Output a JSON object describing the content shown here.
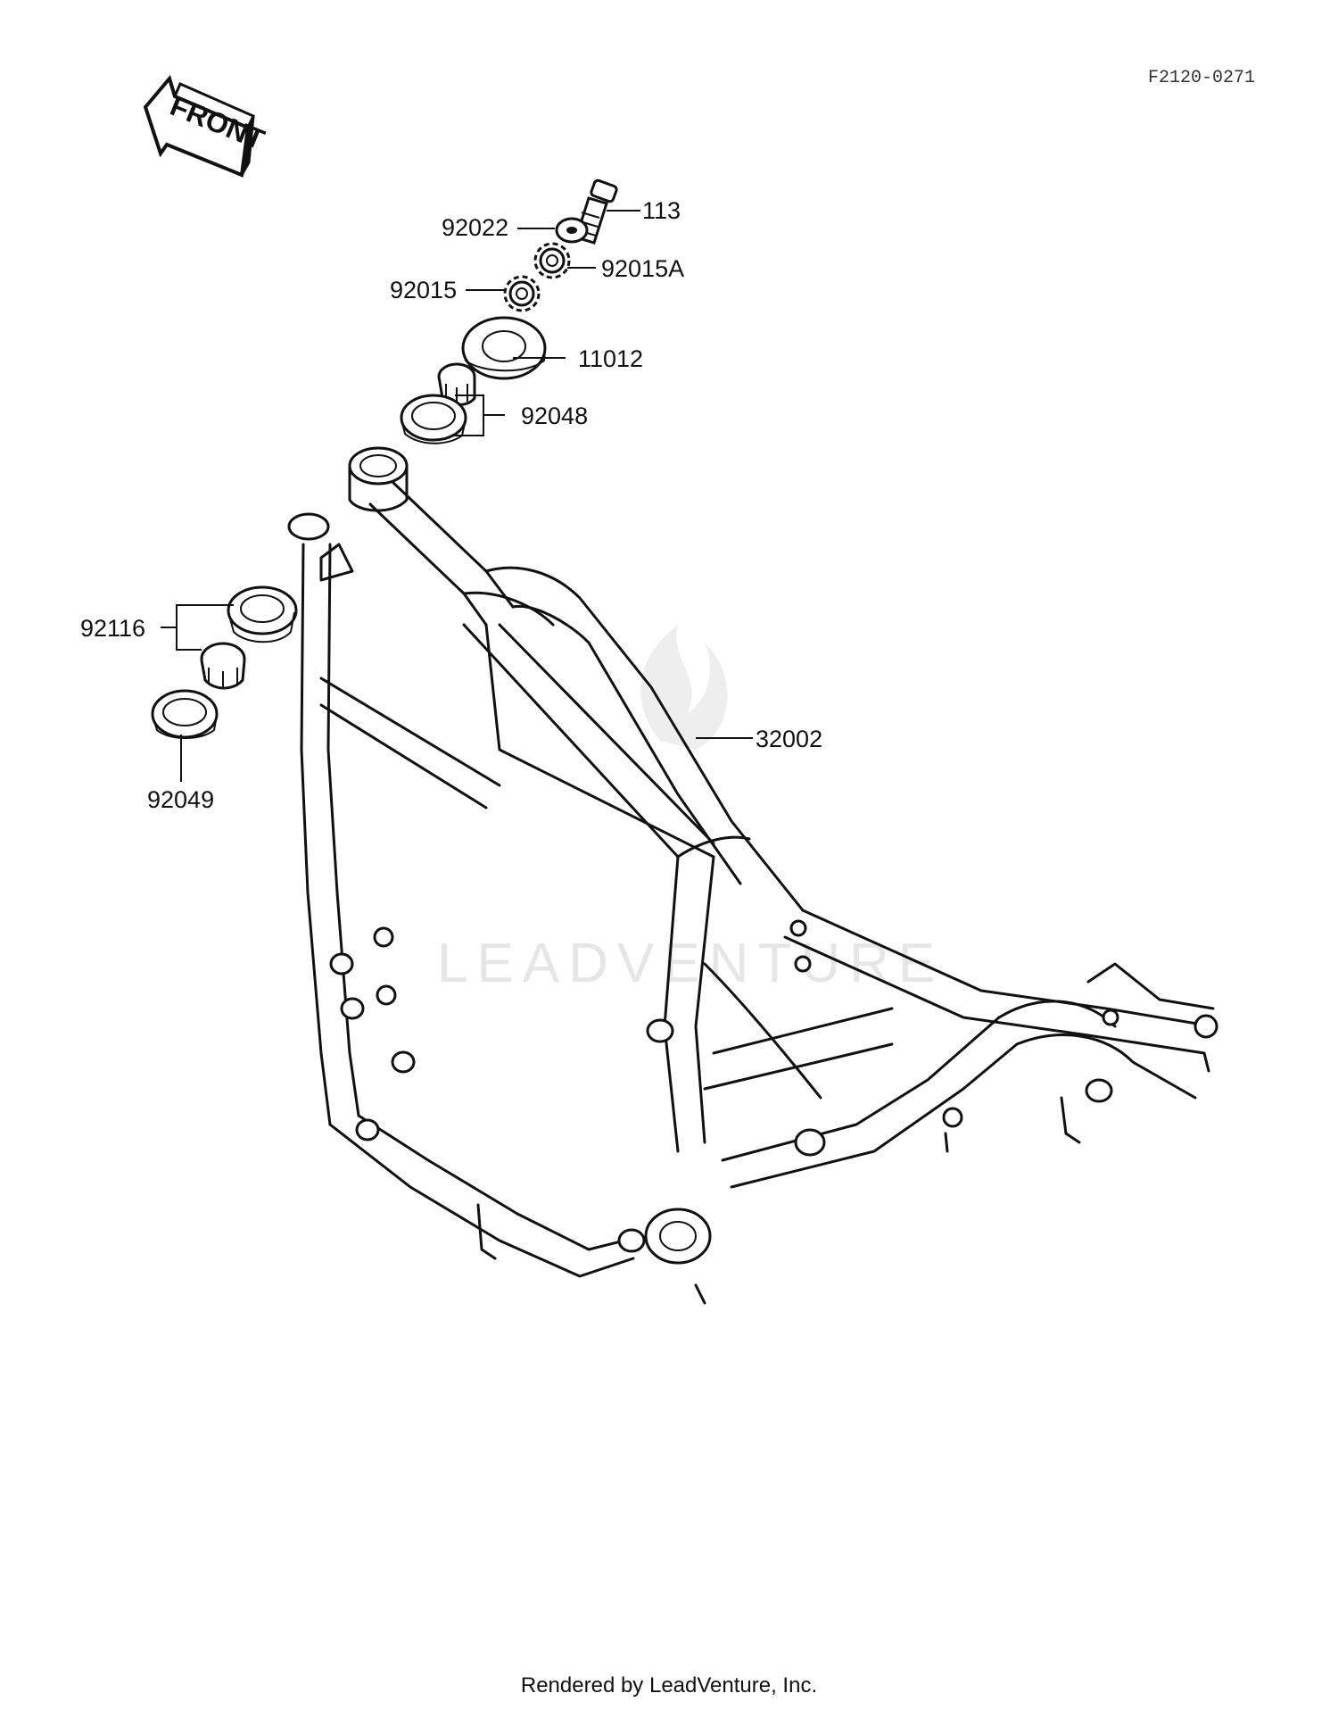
{
  "diagram_code": "F2120-0271",
  "front_arrow_text": "FRONT",
  "watermark_text": "LEADVENTURE",
  "footer_text": "Rendered by LeadVenture, Inc.",
  "callouts": [
    {
      "id": "113"
    },
    {
      "id": "92022"
    },
    {
      "id": "92015A"
    },
    {
      "id": "92015"
    },
    {
      "id": "11012"
    },
    {
      "id": "92048"
    },
    {
      "id": "92116"
    },
    {
      "id": "92049"
    },
    {
      "id": "32002"
    }
  ]
}
